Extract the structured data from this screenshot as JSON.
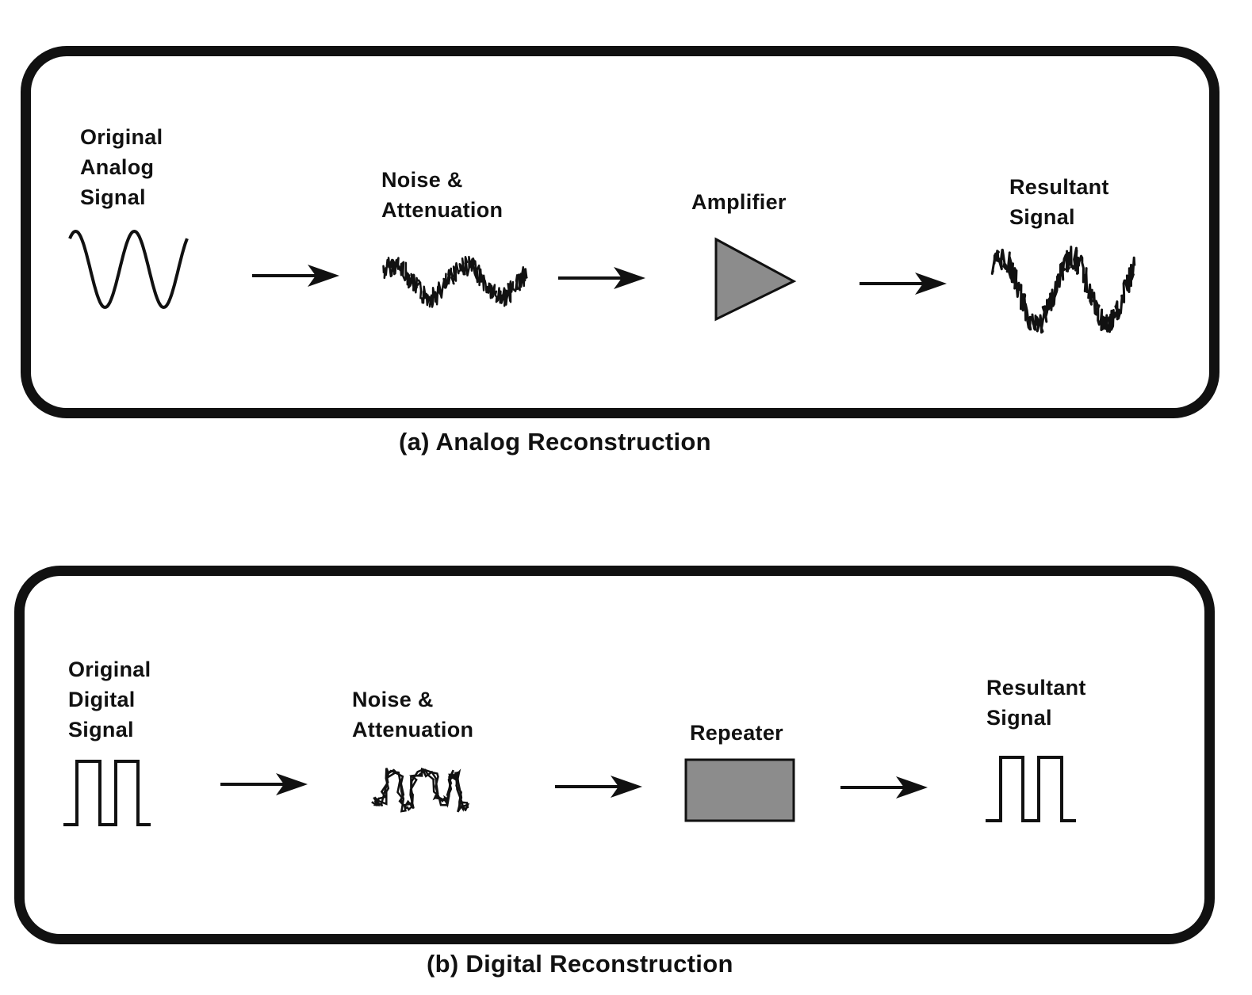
{
  "analog": {
    "labels": {
      "original": [
        "Original",
        "Analog",
        "Signal"
      ],
      "noise": [
        "Noise &",
        "Attenuation"
      ],
      "device": "Amplifier",
      "result": [
        "Resultant",
        "Signal"
      ]
    },
    "caption": "(a) Analog Reconstruction",
    "device_fill": "#8c8c8c"
  },
  "digital": {
    "labels": {
      "original": [
        "Original",
        "Digital",
        "Signal"
      ],
      "noise": [
        "Noise &",
        "Attenuation"
      ],
      "device": "Repeater",
      "result": [
        "Resultant",
        "Signal"
      ]
    },
    "caption": "(b) Digital Reconstruction",
    "device_fill": "#8c8c8c"
  },
  "icons": {
    "analog_original": "sine-wave-icon",
    "analog_noisy": "noisy-sine-wave-icon",
    "analog_device": "amplifier-triangle-icon",
    "analog_result": "noisy-sine-wave-icon",
    "digital_original": "square-wave-icon",
    "digital_noisy": "noisy-square-wave-icon",
    "digital_device": "repeater-box-icon",
    "digital_result": "square-wave-icon"
  }
}
